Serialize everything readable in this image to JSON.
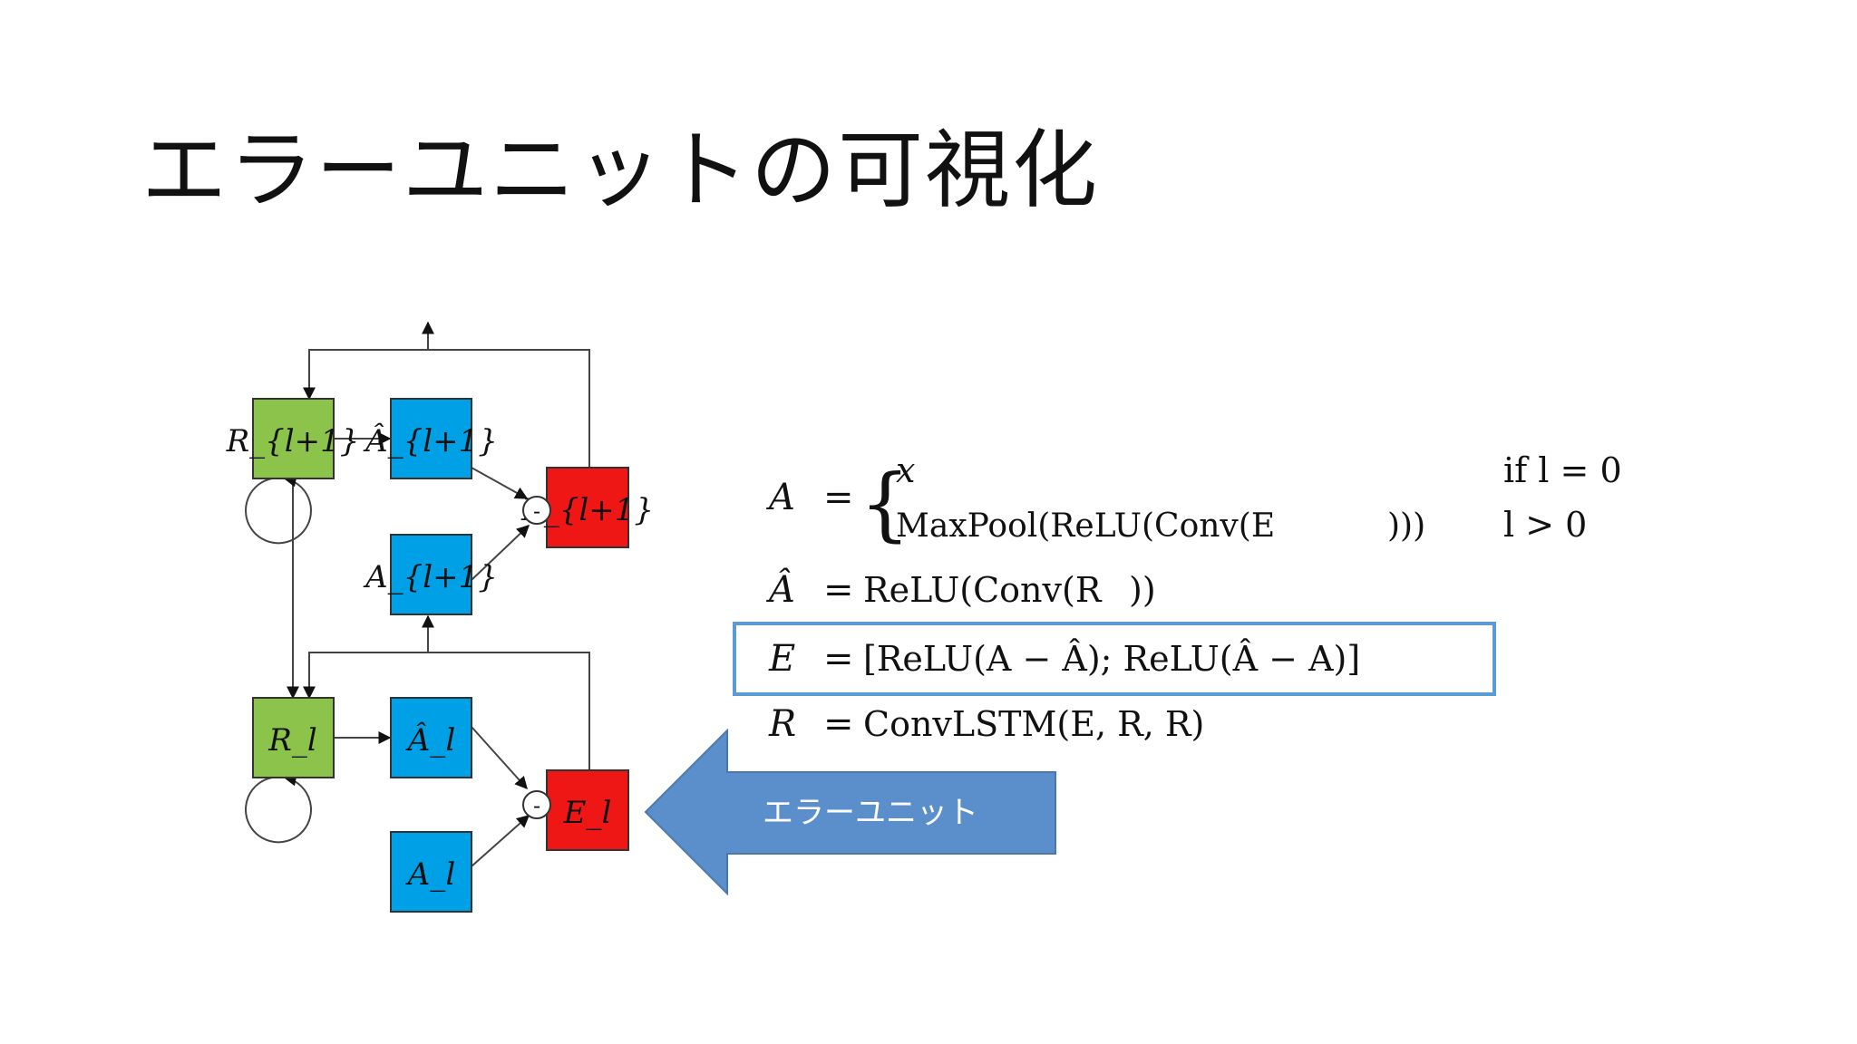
{
  "slide": {
    "title": "エラーユニットの可視化",
    "colors": {
      "representation": "#8cc34a",
      "prediction": "#00a0e6",
      "target": "#00a0e6",
      "error": "#ef1616",
      "highlight_border": "#5b9bd5",
      "callout_arrow": "#5b8fcc"
    }
  },
  "diagram": {
    "upper_layer": {
      "representation_label": "R_{l+1}",
      "prediction_label": "Â_{l+1}",
      "target_label": "A_{l+1}",
      "error_label": "E_{l+1}",
      "subtract_symbol": "-"
    },
    "lower_layer": {
      "representation_label": "R_l",
      "prediction_label": "Â_l",
      "target_label": "A_l",
      "error_label": "E_l",
      "subtract_symbol": "-"
    }
  },
  "equations": {
    "target_lhs": "A",
    "target_case1_expr": "x",
    "target_case1_cond": "if l = 0",
    "target_case2_expr": "MaxPool(ReLU(Conv(E",
    "target_case2_tail": ")))",
    "target_case2_cond": "l > 0",
    "prediction_lhs": "Â",
    "prediction_rhs": "ReLU(Conv(R",
    "prediction_tail": "))",
    "error_lhs": "E",
    "error_rhs": "[ReLU(A − Â); ReLU(Â − A)]",
    "representation_lhs": "R",
    "representation_rhs": "ConvLSTM(E, R, R)"
  },
  "callout": {
    "label": "エラーユニット"
  }
}
